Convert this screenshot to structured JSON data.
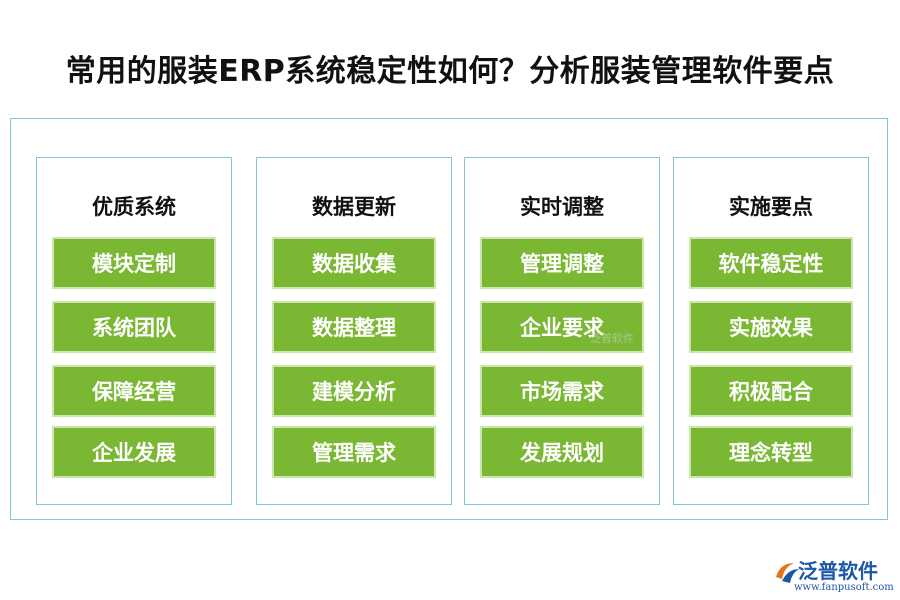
{
  "title": "常用的服装ERP系统稳定性如何？分析服装管理软件要点",
  "columns": [
    {
      "title": "优质系统",
      "items": [
        "模块定制",
        "系统团队",
        "保障经营",
        "企业发展"
      ]
    },
    {
      "title": "数据更新",
      "items": [
        "数据收集",
        "数据整理",
        "建模分析",
        "管理需求"
      ]
    },
    {
      "title": "实时调整",
      "items": [
        "管理调整",
        "企业要求",
        "市场需求",
        "发展规划"
      ]
    },
    {
      "title": "实施要点",
      "items": [
        "软件稳定性",
        "实施效果",
        "积极配合",
        "理念转型"
      ]
    }
  ],
  "watermark": "泛普软件",
  "logo": {
    "name": "泛普软件",
    "url": "www.fanpusoft.com"
  },
  "colors": {
    "item_fill": "#7ab833",
    "border": "#7fc9d6",
    "logo": "#1d57a8"
  }
}
